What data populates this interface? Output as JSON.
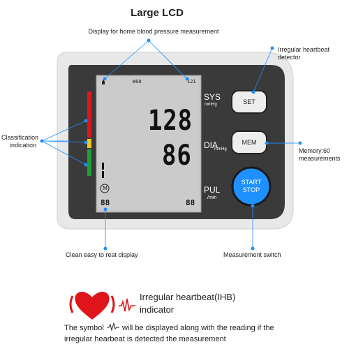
{
  "title": "Large LCD",
  "subtitle": "Display for home blood pressure measurement",
  "callouts": {
    "classification": [
      "Classification",
      "indication"
    ],
    "irregular_detector": [
      "Irregular heartbeat",
      "detector"
    ],
    "memory": [
      "Memory:60",
      "measurements"
    ],
    "clean_display": "Clean easy to reat display",
    "measurement_switch": "Measurement switch"
  },
  "device": {
    "sys_label": "SYS",
    "dia_label": "DIA",
    "pul_label": "PUL",
    "unit_mmhg": "mmHg",
    "unit_min": "/min",
    "set_button": "SET",
    "mem_button": "MEM",
    "start_line1": "START",
    "start_line2": "STOP"
  },
  "lcd": {
    "sys_value": "128",
    "dia_value": "86",
    "memory_mark": "M",
    "top_mid": "W08",
    "top_right": "121",
    "bottom_left": "88",
    "bottom_right": "88"
  },
  "classification_colors": [
    "#e0141b",
    "#f5c518",
    "#19a03a"
  ],
  "accent_blue": "#1e90ff",
  "ihb": {
    "title_line1": "Irregular heartbeat(IHB)",
    "title_line2": "indicator",
    "desc_part1": "The symbol",
    "desc_part2": "will be displayed along with the reading if the",
    "desc_line2": "irregular hearbeat is detected the measurement"
  }
}
